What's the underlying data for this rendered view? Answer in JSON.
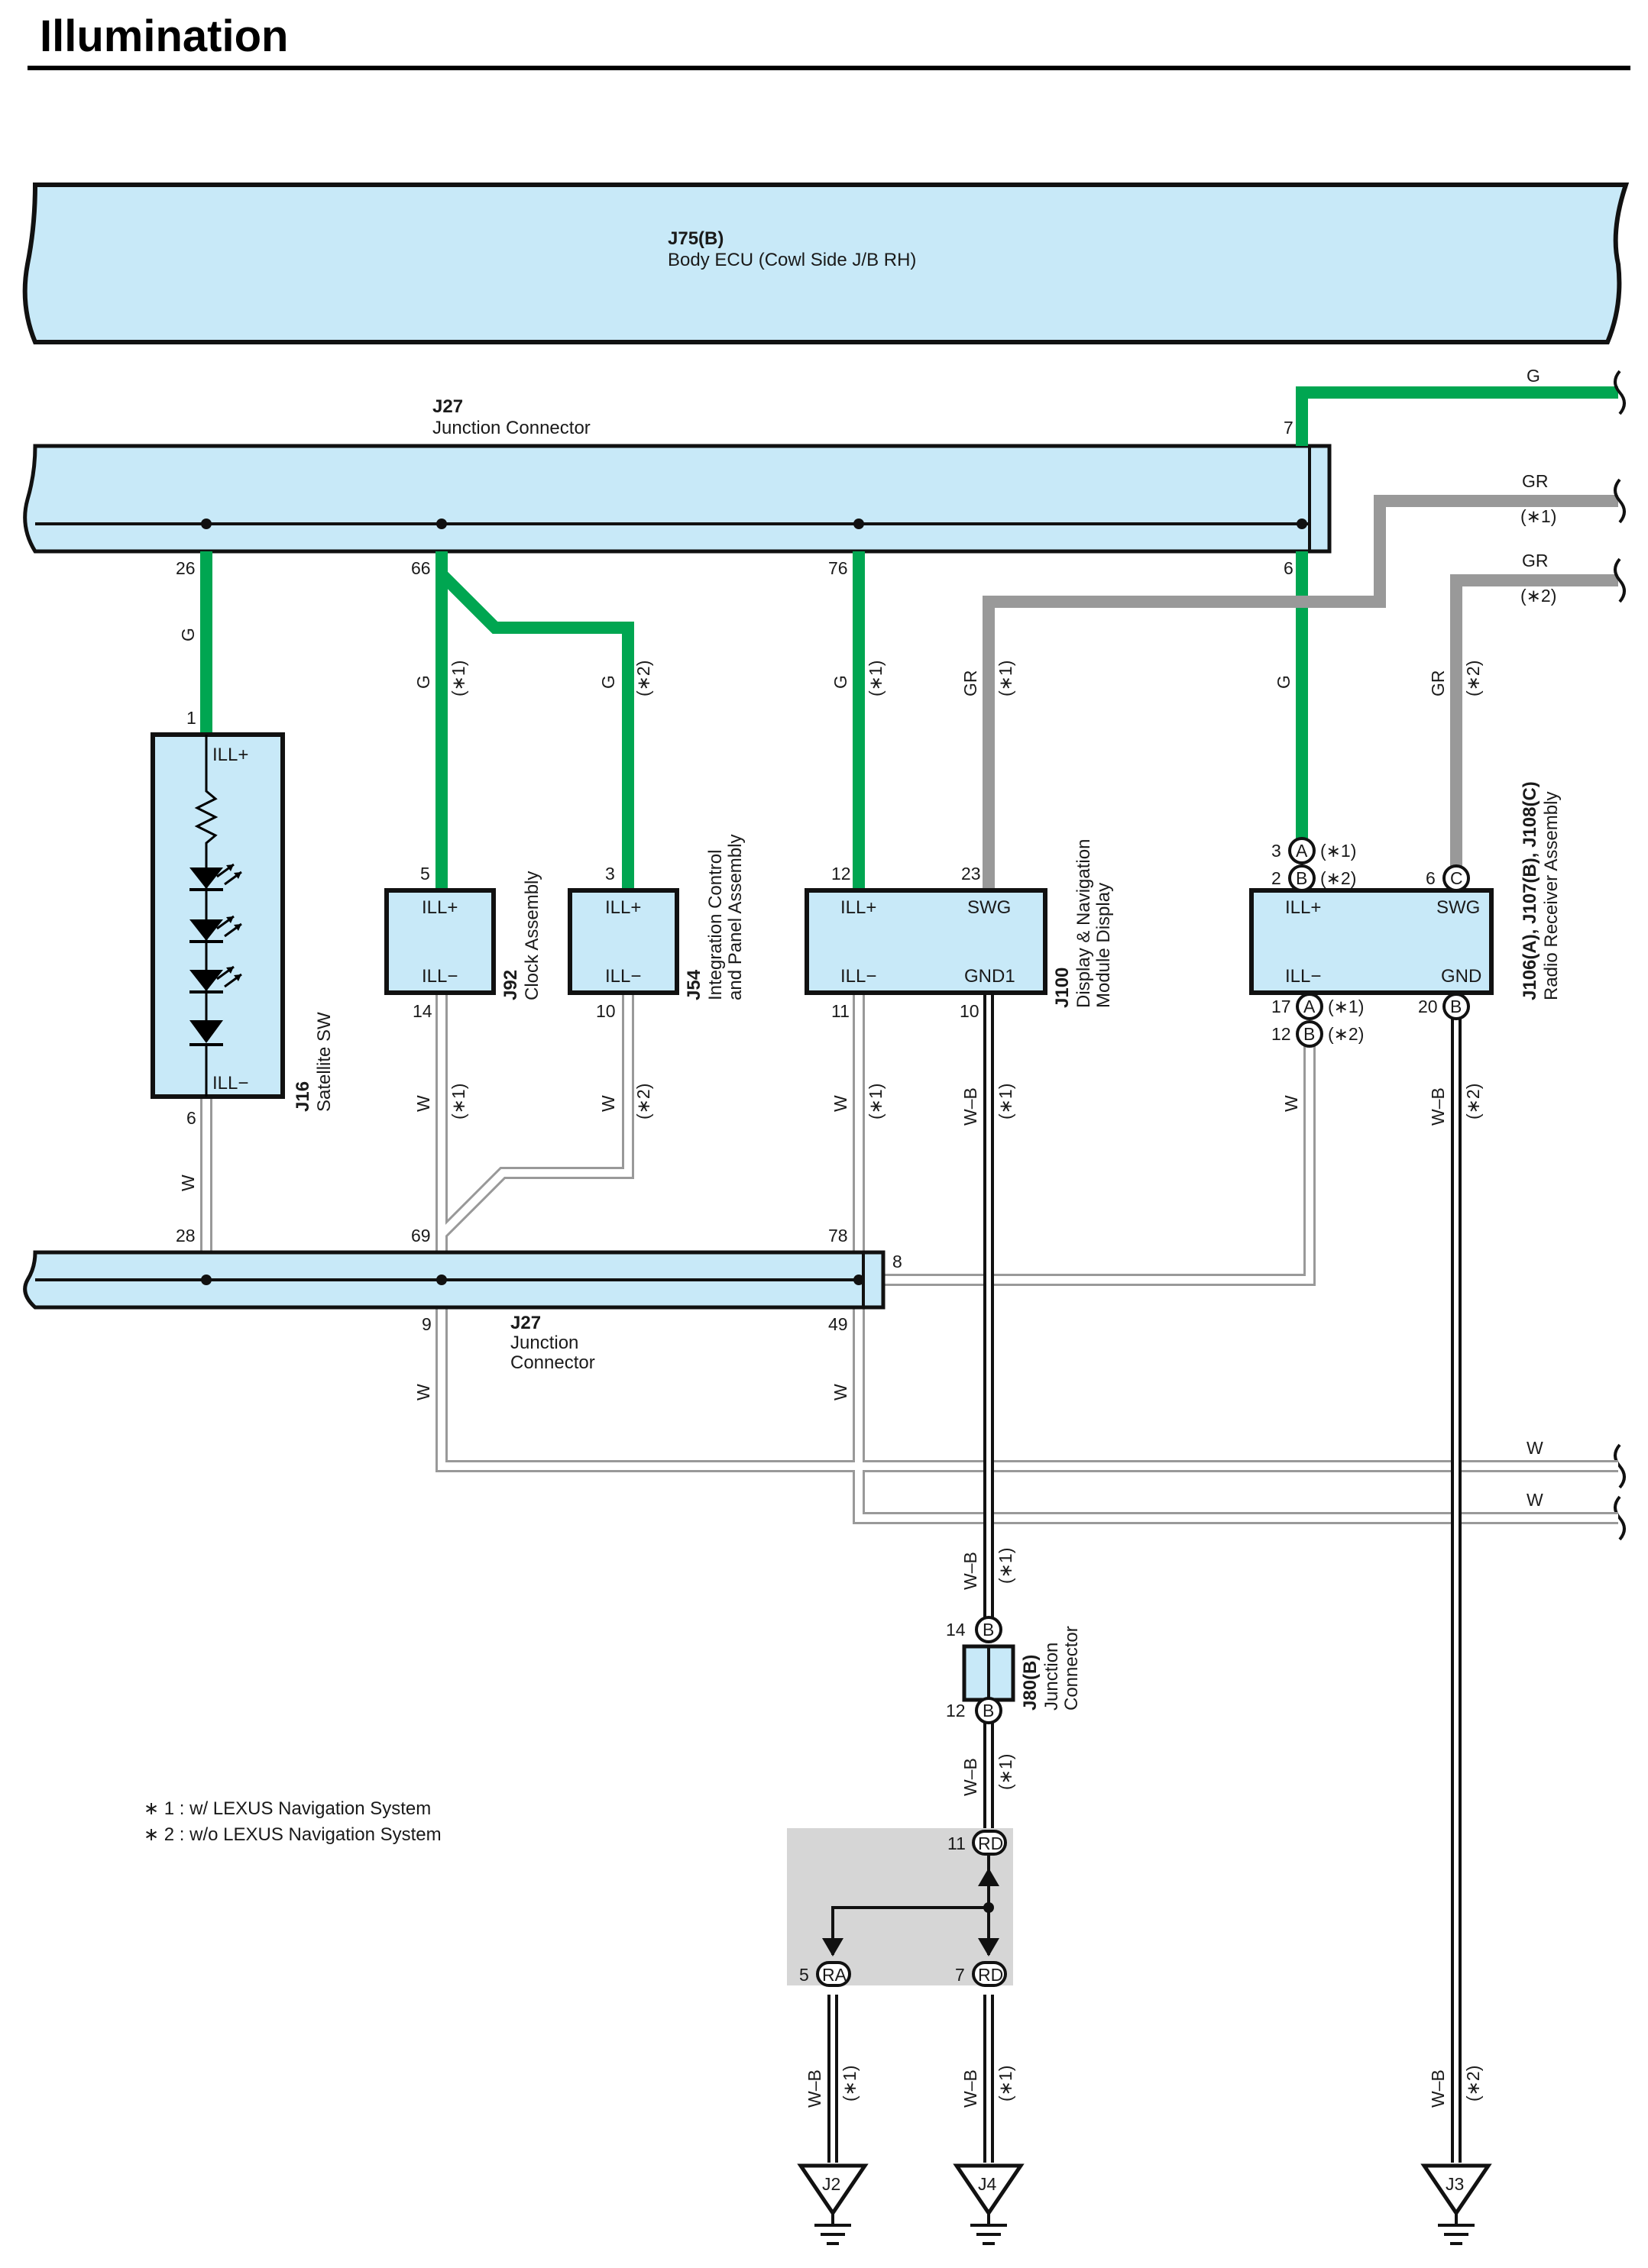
{
  "title": "Illumination",
  "colors": {
    "connector_fill": "#c8e9f8",
    "green_wire": "#00a651",
    "gray_wire": "#999999",
    "white_wire": "#e6e6e6",
    "black_wire": "#222222",
    "splice_box": "#d6d6d6"
  },
  "connectors": {
    "j75": {
      "id": "J75(B)",
      "name": "Body ECU (Cowl Side J/B RH)"
    },
    "j27_top": {
      "id": "J27",
      "name": "Junction Connector",
      "pins": [
        "26",
        "66",
        "76",
        "6",
        "7"
      ]
    },
    "j27_bottom": {
      "id": "J27",
      "name_line1": "Junction",
      "name_line2": "Connector",
      "pins": [
        "28",
        "69",
        "78",
        "8",
        "9",
        "49"
      ]
    },
    "j16": {
      "id": "J16",
      "name": "Satellite SW",
      "terminals": [
        "ILL+",
        "ILL−"
      ],
      "pins": [
        "1",
        "6"
      ]
    },
    "j92": {
      "id": "J92",
      "name": "Clock Assembly",
      "terminals": [
        "ILL+",
        "ILL−"
      ],
      "pins": [
        "5",
        "14"
      ]
    },
    "j54": {
      "id": "J54",
      "name_line1": "Integration Control",
      "name_line2": "and Panel Assembly",
      "terminals": [
        "ILL+",
        "ILL−"
      ],
      "pins": [
        "3",
        "10"
      ]
    },
    "j100": {
      "id": "J100",
      "name_line1": "Display & Navigation",
      "name_line2": "Module Display",
      "terminals": [
        "ILL+",
        "SWG",
        "ILL−",
        "GND1"
      ],
      "pins": [
        "12",
        "23",
        "11",
        "10"
      ]
    },
    "j106": {
      "id": "J106(A), J107(B), J108(C)",
      "name": "Radio Receiver Assembly",
      "terminals": [
        "ILL+",
        "SWG",
        "ILL−",
        "GND"
      ],
      "pins": [
        "3",
        "2",
        "6",
        "17",
        "12",
        "20"
      ],
      "circle_labels": [
        "A",
        "B",
        "C",
        "A",
        "B",
        "B"
      ],
      "notes": [
        "(∗1)",
        "(∗2)",
        "(∗1)",
        "(∗2)"
      ]
    },
    "j80": {
      "id": "J80(B)",
      "name_line1": "Junction",
      "name_line2": "Connector",
      "pins": [
        "14",
        "12"
      ],
      "circle_labels": [
        "B",
        "B"
      ]
    },
    "splice": {
      "pins": [
        "11",
        "5",
        "7"
      ],
      "circle_labels": [
        "RD",
        "RA",
        "RD"
      ]
    }
  },
  "wires": {
    "g": "G",
    "gr": "GR",
    "w": "W",
    "wb": "W–B",
    "n1": "(∗1)",
    "n2": "(∗2)"
  },
  "grounds": [
    "J2",
    "J4",
    "J3"
  ],
  "legend": [
    "∗ 1 : w/ LEXUS Navigation System",
    "∗ 2 : w/o LEXUS Navigation System"
  ]
}
